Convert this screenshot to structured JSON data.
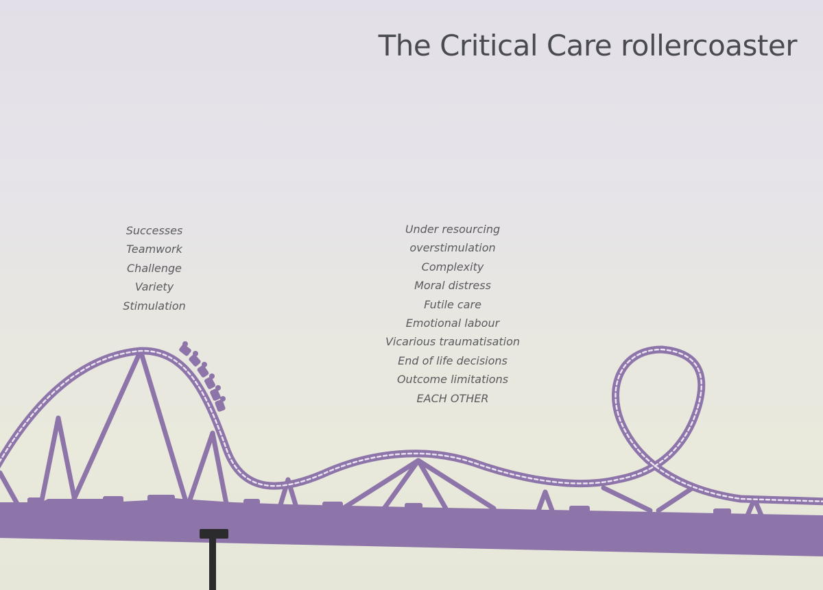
{
  "slide": {
    "title": "The Critical Care rollercoaster"
  },
  "positives": [
    "Successes",
    "Teamwork",
    "Challenge",
    "Variety",
    "Stimulation"
  ],
  "challenges": [
    "Under resourcing",
    "overstimulation",
    "Complexity",
    "Moral distress",
    "Futile care",
    "Emotional labour",
    "Vicarious traumatisation",
    "End of life decisions",
    "Outcome limitations",
    "EACH OTHER"
  ],
  "colors": {
    "coaster": "#8d74a9",
    "text": "#5a5a5e",
    "title": "#4a4a52"
  }
}
